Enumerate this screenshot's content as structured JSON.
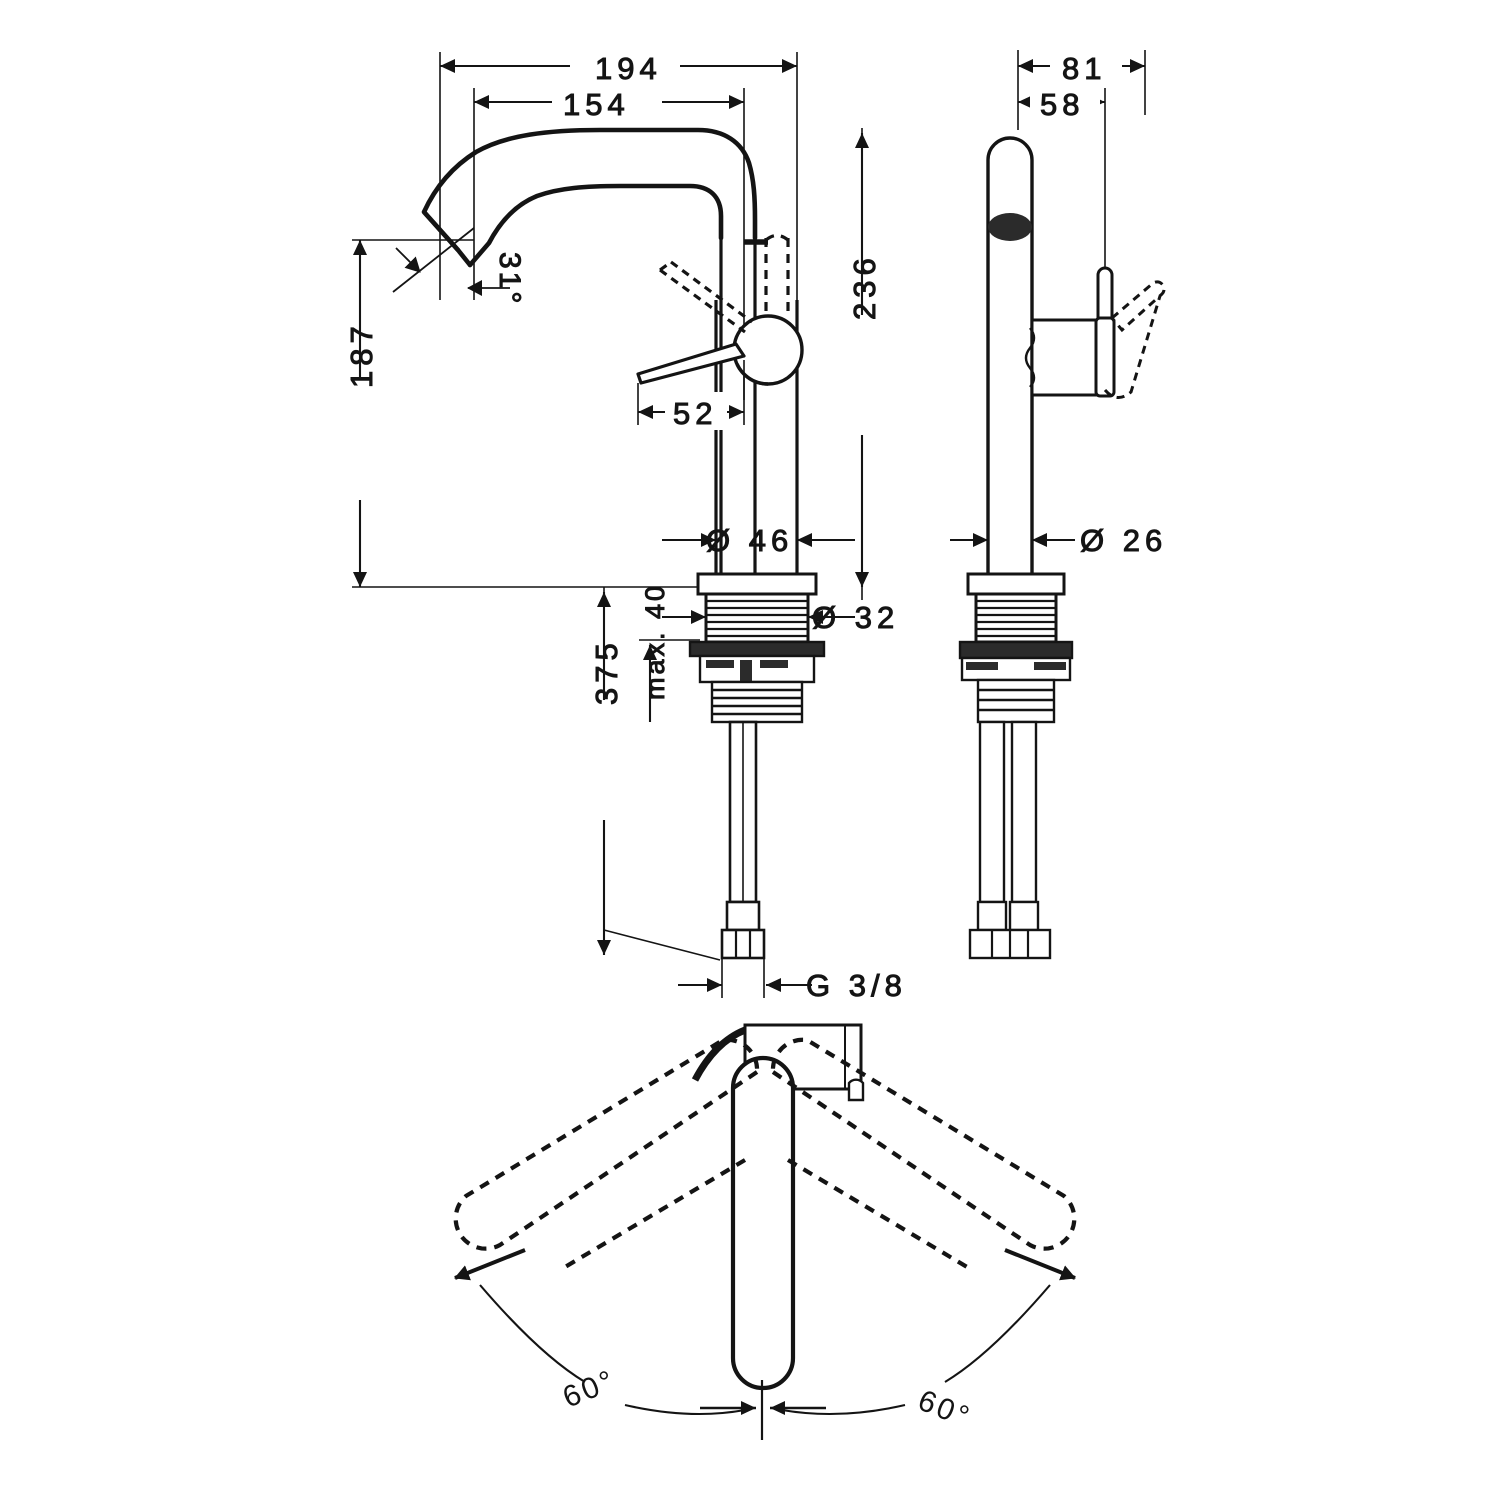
{
  "drawing": {
    "type": "technical-dimension-drawing",
    "subject": "single-lever basin mixer tap",
    "background_color": "#ffffff",
    "line_color": "#141414",
    "views": [
      {
        "name": "front-elevation",
        "label": ""
      },
      {
        "name": "side-elevation",
        "label": ""
      },
      {
        "name": "plan-view-rotation",
        "label": ""
      }
    ]
  },
  "dimensions": {
    "front": {
      "spout_reach_total": "194",
      "spout_reach_inner": "154",
      "spout_height": "187",
      "overall_height": "236",
      "lever_reach": "52",
      "body_diameter": "Ø 46",
      "shank_diameter": "Ø 32",
      "total_length": "375",
      "max_thickness": "max. 40",
      "thread_connection": "G 3/8",
      "spout_angle": "31°"
    },
    "side": {
      "width_total": "81",
      "width_inner": "58",
      "body_diameter": "Ø 26"
    },
    "plan": {
      "swivel_left": "60°",
      "swivel_right": "60°"
    }
  },
  "labels": [
    {
      "id": "d194",
      "text": "194",
      "view": "front"
    },
    {
      "id": "d154",
      "text": "154",
      "view": "front"
    },
    {
      "id": "d187",
      "text": "187",
      "view": "front"
    },
    {
      "id": "d236",
      "text": "236",
      "view": "front"
    },
    {
      "id": "d52",
      "text": "52",
      "view": "front"
    },
    {
      "id": "d46",
      "text": "Ø 46",
      "view": "front"
    },
    {
      "id": "d32",
      "text": "Ø 32",
      "view": "front"
    },
    {
      "id": "d375",
      "text": "375",
      "view": "front"
    },
    {
      "id": "dmax40",
      "text": "max. 40",
      "view": "front"
    },
    {
      "id": "dg38",
      "text": "G 3/8",
      "view": "front"
    },
    {
      "id": "d31",
      "text": "31°",
      "view": "front"
    },
    {
      "id": "d81",
      "text": "81",
      "view": "side"
    },
    {
      "id": "d58",
      "text": "58",
      "view": "side"
    },
    {
      "id": "d26",
      "text": "Ø 26",
      "view": "side"
    },
    {
      "id": "a60l",
      "text": "60°",
      "view": "plan"
    },
    {
      "id": "a60r",
      "text": "60°",
      "view": "plan"
    }
  ]
}
